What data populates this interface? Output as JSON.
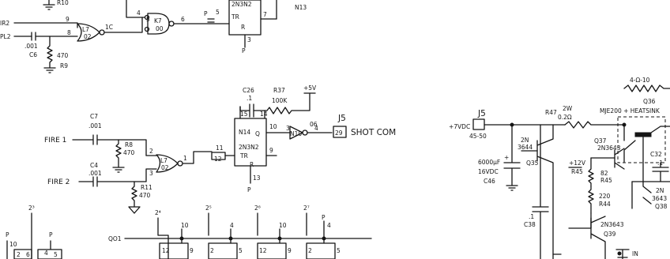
{
  "schematic": {
    "top_left": {
      "r_top": "R10",
      "in_a": "IR2",
      "in_b": "PL2",
      "gate_l7_top": "L7\n02",
      "cap_c6_val": ".001",
      "cap_c6": "C6",
      "r9_val": "470",
      "r9": "R9",
      "gate_k7": "K7\n00",
      "n13_label": "N13",
      "chip_top_lines": "2N3N2"
    },
    "middle": {
      "c26": "C26",
      "c26_val": ".1",
      "r37": "R37",
      "r37_val": "100K",
      "vcc": "+5V",
      "j5_label": "J5",
      "shot_label": "SHOT COM",
      "j5_pin": "29",
      "chip_n14": "N14",
      "chip_n14_part": "2N3N2",
      "buf_label": "N10",
      "c7": "C7",
      "c7_val": ".001",
      "fire1": "FIRE 1",
      "r8": "R8",
      "r8_val": "470",
      "gate_l7": "L7\n02",
      "c4": "C4",
      "c4_val": ".001",
      "fire2": "FIRE 2",
      "r11": "R11",
      "r11_val": "470"
    },
    "bottom": {
      "q_label": "QO1",
      "ref_2_3": "2³",
      "ref_2_4": "2⁴",
      "ref_2_5": "2⁵",
      "ref_2_6": "2⁶",
      "ref_2_7": "2⁷"
    },
    "right": {
      "j5": "J5",
      "supply": "+7VDC",
      "supply_range": "45-50",
      "r47": "R47",
      "r47_val": "2W\n0.2Ω",
      "q36": "Q36",
      "q36_part": "MJE200 + HEATSINK",
      "r_top_val": "4-Ω-10",
      "q37": "Q37",
      "q37_part": "2N3643",
      "c32": "C32",
      "q35_part": "2N\n3644",
      "q35": "Q35",
      "v12": "+12V",
      "c46_val": "6000μF\n16VDC",
      "c46": "C46",
      "r45": "R45",
      "r45_val": "82",
      "r44": "R44",
      "r44_val": "220",
      "c38": "C38",
      "c38_val": ".1",
      "q39_part": "2N3643",
      "q39": "Q39",
      "q38_part": "2N\n3643",
      "q38": "Q38",
      "in_label": "IN"
    }
  }
}
